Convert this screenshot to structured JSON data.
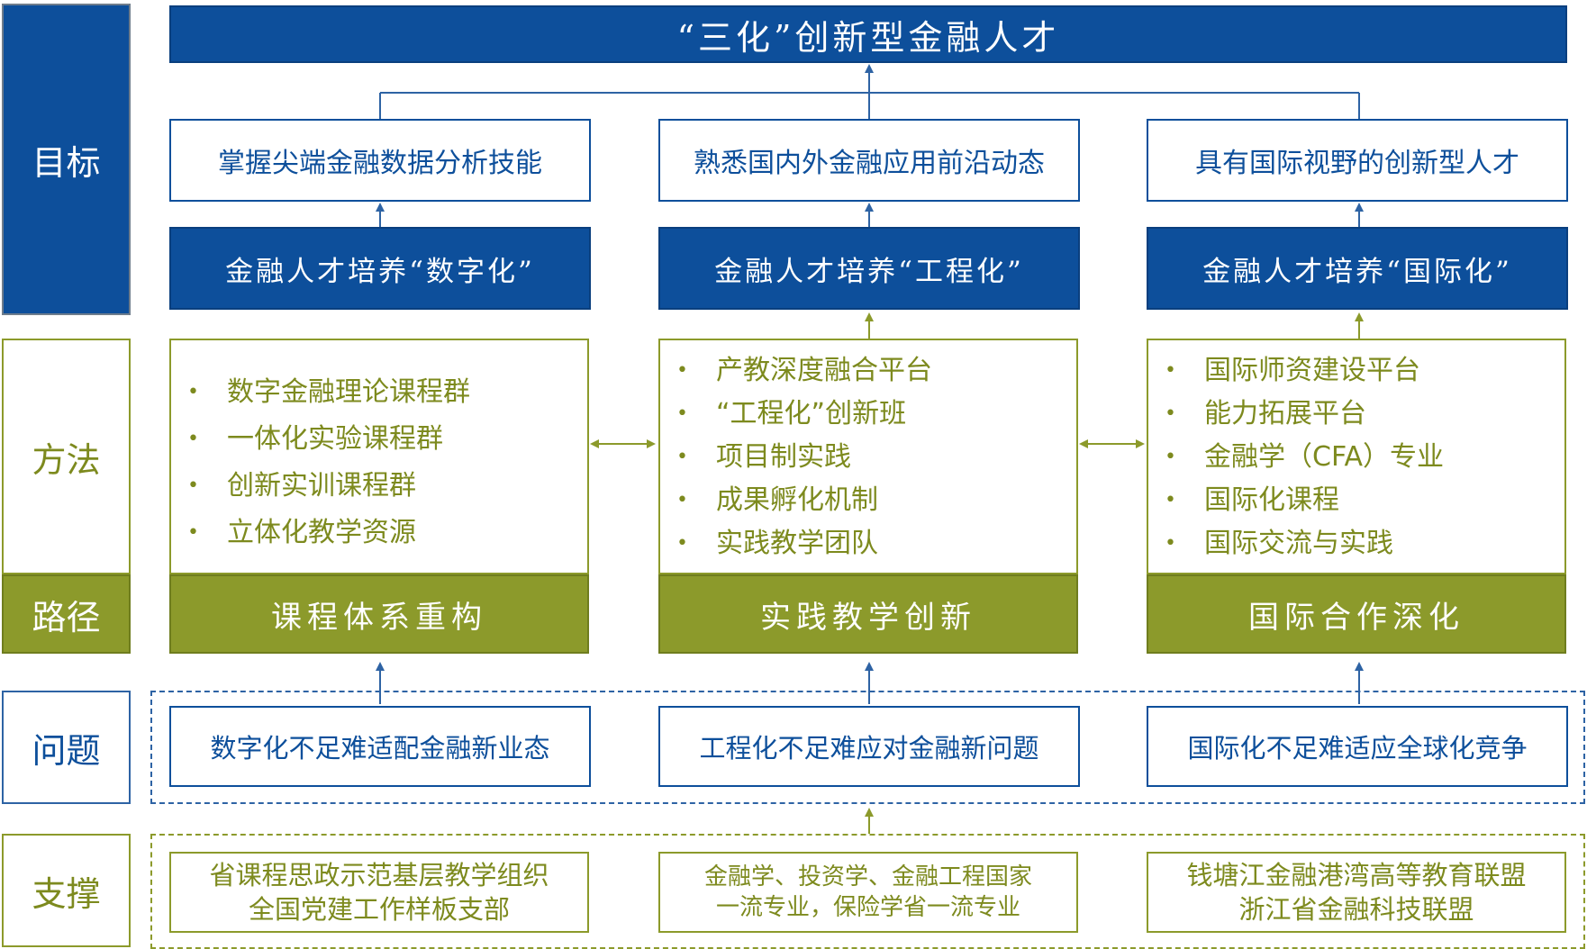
{
  "row_labels": {
    "target": "目标",
    "method": "方法",
    "path": "路径",
    "problem": "问题",
    "support": "支撑"
  },
  "title": "“三化”创新型金融人才",
  "goals": [
    "掌握尖端金融数据分析技能",
    "熟悉国内外金融应用前沿动态",
    "具有国际视野的创新型人才"
  ],
  "traits": [
    "金融人才培养“数字化”",
    "金融人才培养“工程化”",
    "金融人才培养“国际化”"
  ],
  "methods": [
    {
      "items": [
        "数字金融理论课程群",
        "一体化实验课程群",
        "创新实训课程群",
        "立体化教学资源"
      ]
    },
    {
      "items": [
        "产教深度融合平台",
        "“工程化”创新班",
        "项目制实践",
        "成果孵化机制",
        "实践教学团队"
      ]
    },
    {
      "items": [
        "国际师资建设平台",
        "能力拓展平台",
        "金融学（CFA）专业",
        "国际化课程",
        "国际交流与实践"
      ]
    }
  ],
  "bullet": "•",
  "paths": [
    "课程体系重构",
    "实践教学创新",
    "国际合作深化"
  ],
  "problems": [
    "数字化不足难适配金融新业态",
    "工程化不足难应对金融新问题",
    "国际化不足难适应全球化竞争"
  ],
  "supports": [
    {
      "line1": "省课程思政示范基层教学组织",
      "line2": "全国党建工作样板支部"
    },
    {
      "line1": "金融学、投资学、金融工程国家",
      "line2": "一流专业，保险学省一流专业"
    },
    {
      "line1": "钱塘江金融港湾高等教育联盟",
      "line2": "浙江省金融科技联盟"
    }
  ],
  "colors": {
    "navy": "#0d4f9b",
    "olive": "#8c9a2b",
    "olive_text": "#7d8a1e",
    "line_blue": "#2e63a4"
  }
}
